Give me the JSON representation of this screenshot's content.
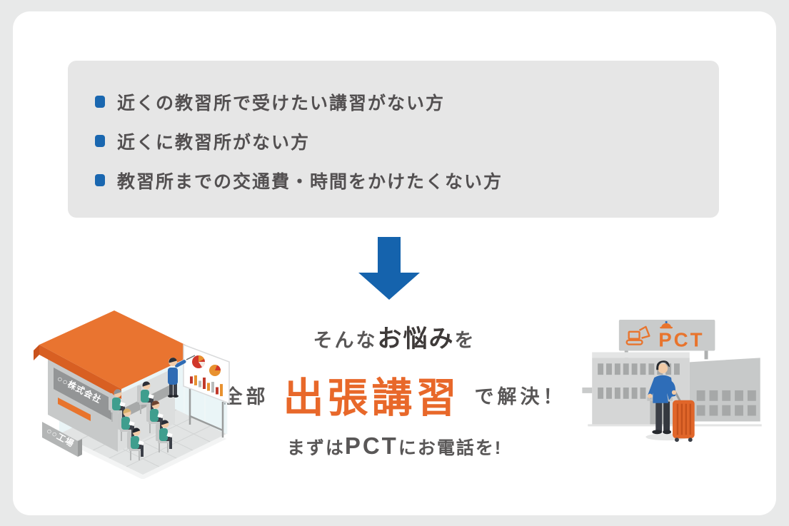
{
  "colors": {
    "page_bg": "#e8e9e9",
    "card_bg": "#ffffff",
    "problem_box_bg": "#e6e6e6",
    "bullet_blue": "#1a67b0",
    "arrow_blue": "#1563ad",
    "text_gray": "#595757",
    "emphasis_orange": "#e8682a",
    "illustration_orange": "#e8742d"
  },
  "problem_box": {
    "items": [
      "近くの教習所で受けたい講習がない方",
      "近くに教習所がない方",
      "教習所までの交通費・時間をかけたくない方"
    ]
  },
  "solution": {
    "line1": {
      "pre": "そんな",
      "emphasis": "お悩み",
      "post": "を"
    },
    "line2": {
      "pre": "全部",
      "emphasis": "出張講習",
      "post": "で解決！"
    },
    "line3": {
      "pre": "まずは",
      "emphasis": "PCT",
      "post": "にお電話を!"
    }
  },
  "illustrations": {
    "left": {
      "sign_company": "○○株式会社",
      "sign_factory": "○○工場"
    },
    "right": {
      "sign_text": "PCT"
    }
  }
}
